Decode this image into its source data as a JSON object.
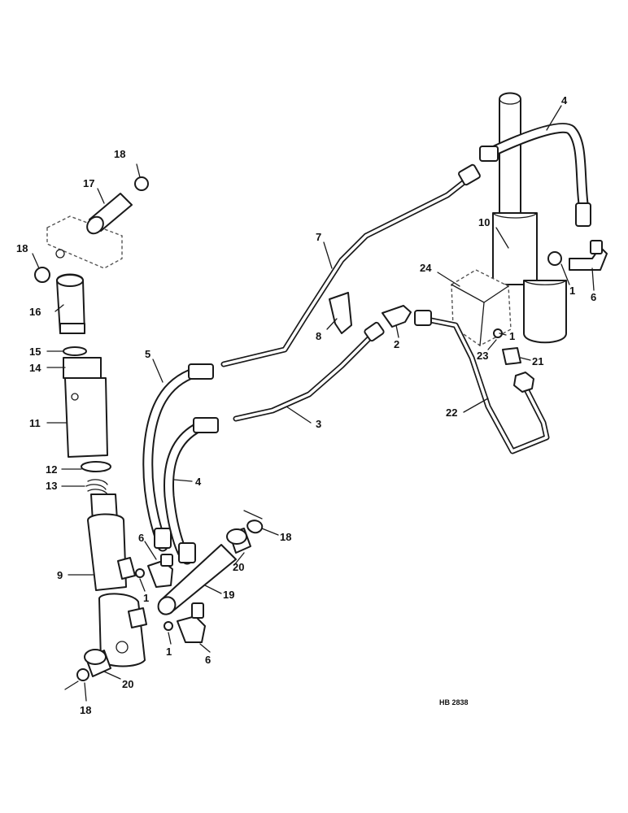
{
  "diagram": {
    "ref_code": "HB 2838",
    "callouts": [
      {
        "id": "c4a",
        "text": "4"
      },
      {
        "id": "c18a",
        "text": "18"
      },
      {
        "id": "c17",
        "text": "17"
      },
      {
        "id": "c18b",
        "text": "18"
      },
      {
        "id": "c10",
        "text": "10"
      },
      {
        "id": "c7",
        "text": "7"
      },
      {
        "id": "c24",
        "text": "24"
      },
      {
        "id": "c1a",
        "text": "1"
      },
      {
        "id": "c6a",
        "text": "6"
      },
      {
        "id": "c16",
        "text": "16"
      },
      {
        "id": "c8",
        "text": "8"
      },
      {
        "id": "c2",
        "text": "2"
      },
      {
        "id": "c1b",
        "text": "1"
      },
      {
        "id": "c15",
        "text": "15"
      },
      {
        "id": "c23",
        "text": "23"
      },
      {
        "id": "c21",
        "text": "21"
      },
      {
        "id": "c14",
        "text": "14"
      },
      {
        "id": "c5",
        "text": "5"
      },
      {
        "id": "c3",
        "text": "3"
      },
      {
        "id": "c22",
        "text": "22"
      },
      {
        "id": "c11",
        "text": "11"
      },
      {
        "id": "c12",
        "text": "12"
      },
      {
        "id": "c13",
        "text": "13"
      },
      {
        "id": "c4b",
        "text": "4"
      },
      {
        "id": "c18c",
        "text": "18"
      },
      {
        "id": "c6b",
        "text": "6"
      },
      {
        "id": "c20a",
        "text": "20"
      },
      {
        "id": "c9",
        "text": "9"
      },
      {
        "id": "c19",
        "text": "19"
      },
      {
        "id": "c1c",
        "text": "1"
      },
      {
        "id": "c1d",
        "text": "1"
      },
      {
        "id": "c6c",
        "text": "6"
      },
      {
        "id": "c20b",
        "text": "20"
      },
      {
        "id": "c18d",
        "text": "18"
      }
    ]
  }
}
